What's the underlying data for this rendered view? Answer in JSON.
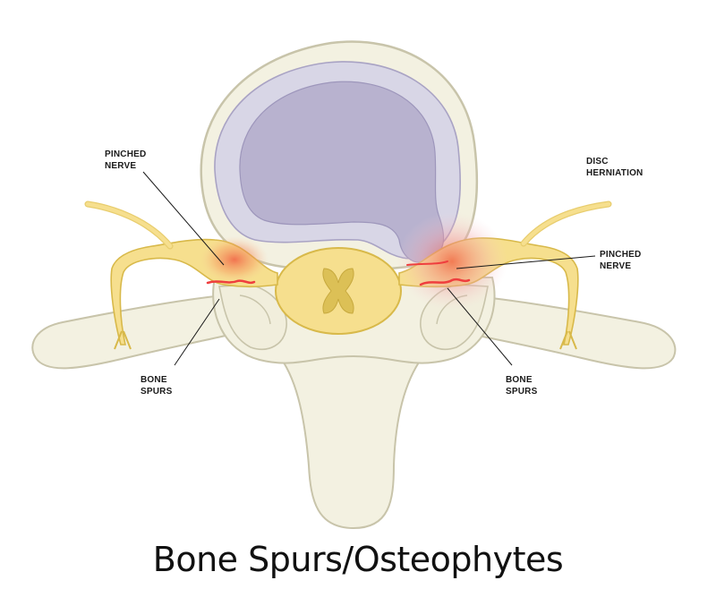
{
  "labels": {
    "pinched_nerve_left": [
      "PINCHED",
      "NERVE"
    ],
    "disc_herniation": [
      "DISC",
      "HERNIATION"
    ],
    "pinched_nerve_right": [
      "PINCHED",
      "NERVE"
    ],
    "bone_spurs_left": [
      "BONE",
      "SPURS"
    ],
    "bone_spurs_right": [
      "BONE",
      "SPURS"
    ]
  },
  "title": "Bone Spurs/Osteophytes",
  "colors": {
    "bone_fill": "#f3f1e1",
    "bone_outline": "#c8c4aa",
    "disc_outer": "#d8d6e6",
    "disc_inner": "#b8b2cf",
    "nerve_fill": "#f6df8e",
    "nerve_outline": "#d8b94a",
    "inflammation": "#f0503a"
  }
}
